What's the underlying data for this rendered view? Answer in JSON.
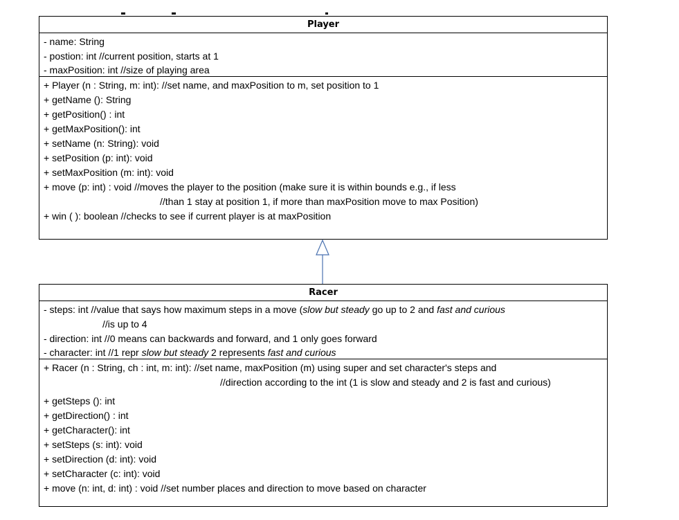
{
  "player": {
    "name": "Player",
    "attributes": [
      "- name: String",
      "- postion: int  //current position, starts at 1",
      "- maxPosition: int  //size of playing area"
    ],
    "methods": [
      "+ Player (n : String, m: int):   //set name, and maxPosition to m, set position to 1",
      "+ getName (): String",
      "+ getPosition() : int",
      "+ getMaxPosition(): int",
      "+ setName (n: String): void",
      "+ setPosition (p: int): void",
      "+ setMaxPosition (m: int): void",
      "+ move (p: int) : void //moves the player to the position (make sure it is within bounds e.g., if less",
      "//than 1 stay at position 1, if more than maxPosition move to max Position)",
      "+ win ( ): boolean //checks to see if current player is at maxPosition"
    ]
  },
  "racer": {
    "name": "Racer",
    "attr_steps_a": "- steps: int //value that says how maximum steps in a move (",
    "attr_steps_slow": "slow but steady",
    "attr_steps_b": " go up to 2 and ",
    "attr_steps_fast": "fast and curious",
    "attr_steps_cont": "//is up to 4",
    "attr_direction": "- direction: int  //0 means can backwards and forward, and 1 only goes forward",
    "attr_character_a": "- character: int  //1 repr ",
    "attr_character_slow": "slow but steady",
    "attr_character_b": " 2 represents ",
    "attr_character_fast": "fast and curious",
    "constructor": "+ Racer (n : String, ch : int, m: int):   //set name, maxPosition (m) using super and set character's steps and",
    "constructor_cont": "//direction according to the int (1 is slow and steady and 2 is fast and curious)",
    "methods": [
      "+ getSteps (): int",
      "+ getDirection() : int",
      "+ getCharacter(): int",
      "+ setSteps (s: int): void",
      "+ setDirection (d: int): void",
      "+ setCharacter (c: int): void",
      "+ move (n: int, d: int) : void //set number places and direction to move based on character"
    ]
  },
  "colors": {
    "inheritance_arrow": "#4a72b0"
  }
}
